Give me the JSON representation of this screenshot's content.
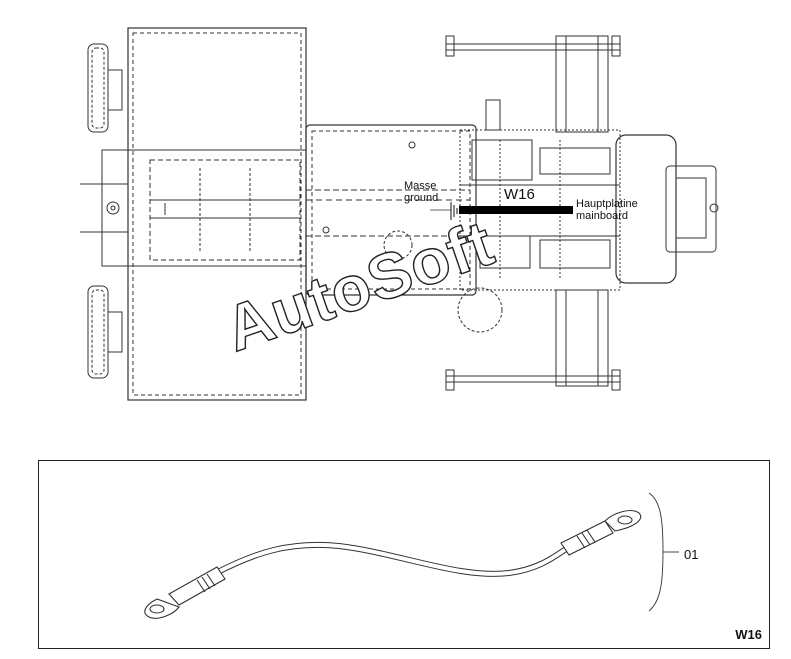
{
  "diagram": {
    "labels": {
      "masse": "Masse",
      "ground": "ground",
      "cable_id": "W16",
      "hauptplatine": "Hauptplatine",
      "mainboard": "mainboard"
    },
    "watermark": "AutoSoft",
    "detail": {
      "callout": "01",
      "code": "W16"
    }
  }
}
